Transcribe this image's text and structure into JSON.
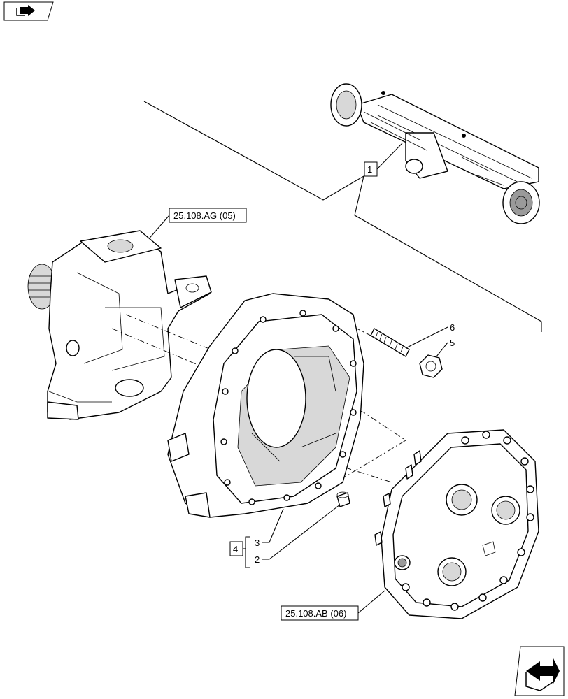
{
  "references": {
    "top": "25.108.AG (05)",
    "bottom": "25.108.AB (06)"
  },
  "callouts": {
    "assembly": "1",
    "kit": "4",
    "kit_item_a": "3",
    "kit_item_b": "2",
    "stud": "6",
    "nut": "5"
  },
  "icons": {
    "top_left": "book-arrow-icon",
    "bottom_right": "next-page-arrow-icon"
  }
}
